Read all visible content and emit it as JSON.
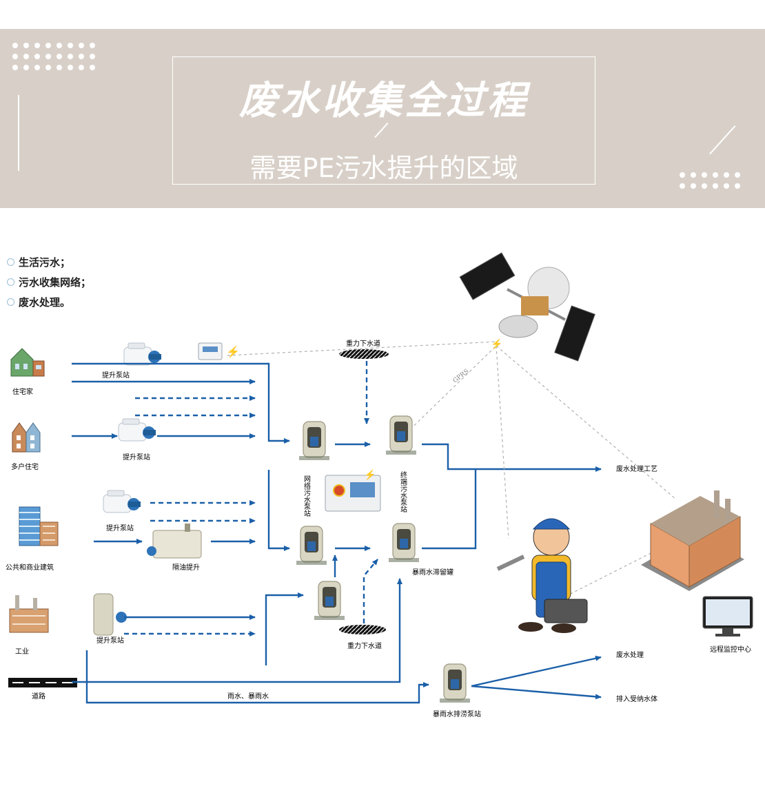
{
  "banner": {
    "title": "废水收集全过程",
    "subtitle": "需要PE污水提升的区域"
  },
  "bullets": [
    {
      "label": "生活污水；"
    },
    {
      "label": "污水收集网络；"
    },
    {
      "label": "废水处理。"
    }
  ],
  "diagram": {
    "sources": {
      "residence": "住宅家",
      "multi_residence": "多户住宅",
      "commercial": "公共和商业建筑",
      "industry": "工业",
      "road": "道路"
    },
    "equipment": {
      "lift_station_1": "提升泵站",
      "lift_station_2": "提升泵站",
      "lift_station_3": "提升泵站",
      "grease_lift": "隔油提升",
      "lift_station_4": "提升泵站",
      "network_station": "网络污水泵站",
      "terminal_station": "终端污水泵站",
      "storm_tank": "暴雨水滞留罐",
      "storm_pump_station": "暴雨水排涝泵站"
    },
    "channels": {
      "gravity_sewer_top": "重力下水道",
      "gravity_sewer_bottom": "重力下水道",
      "gprs": "GPRS",
      "rain_water": "雨水、暴雨水"
    },
    "outputs": {
      "wastewater_process": "废水处理工艺",
      "wastewater_treatment": "废水处理",
      "discharge": "排入受纳水体",
      "remote_monitor": "远程监控中心"
    },
    "colors": {
      "flow": "#1a5fa8",
      "link": "#b0b0b0",
      "tank": "#d9d6c4"
    }
  }
}
